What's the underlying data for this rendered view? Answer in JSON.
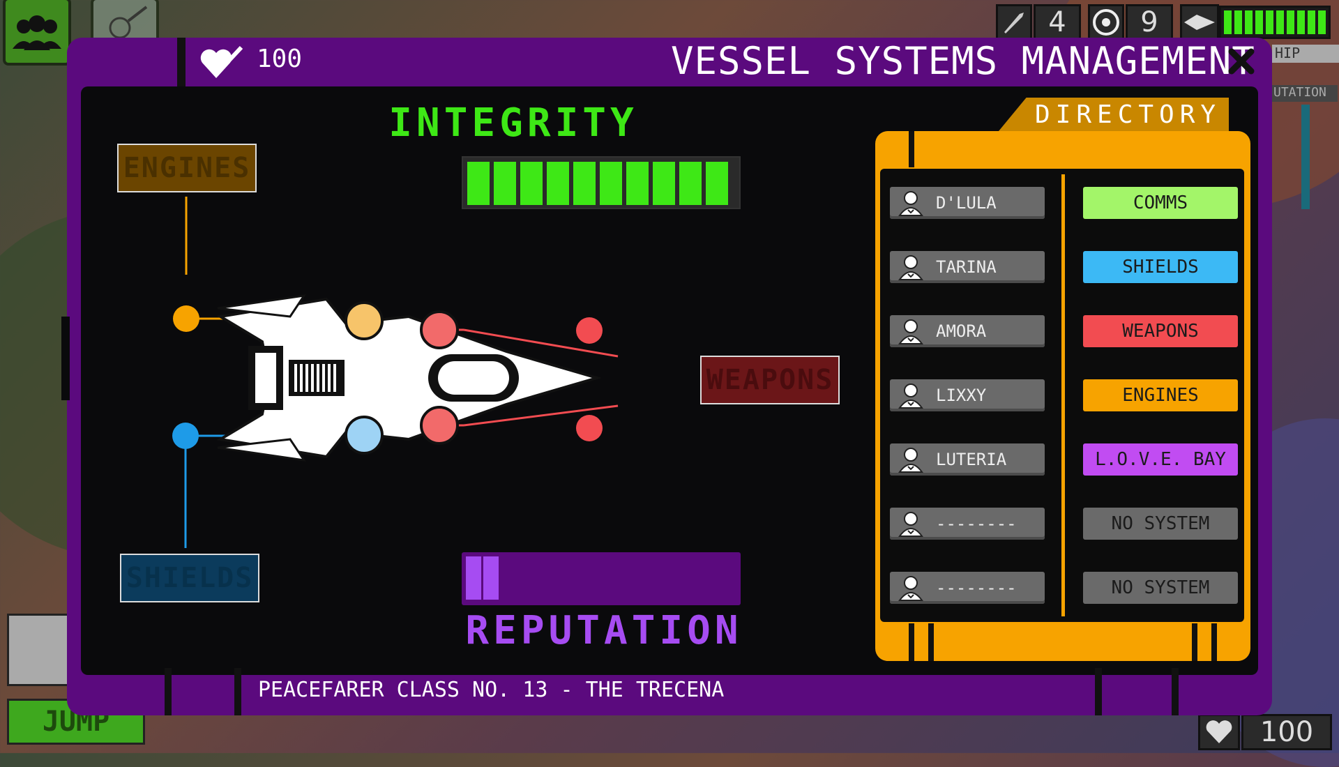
{
  "hud": {
    "missiles": "4",
    "targets": "9",
    "ship_label": "HIP",
    "reputation_label": "UTATION",
    "hearts": "100",
    "jump_label": "JUMP"
  },
  "window": {
    "currency": "100",
    "title": "VESSEL SYSTEMS MANAGEMENT",
    "integrity_label": "INTEGRITY",
    "integrity_level": 1.0,
    "reputation_label": "REPUTATION",
    "reputation_level": 0.22,
    "engines_label": "ENGINES",
    "shields_label": "SHIELDS",
    "weapons_label": "WEAPONS",
    "footer_text": "PEACEFARER CLASS NO. 13 - THE TRECENA"
  },
  "directory": {
    "title": "DIRECTORY",
    "crew": [
      "D'LULA",
      "TARINA",
      "AMORA",
      "LIXXY",
      "LUTERIA",
      "--------",
      "--------"
    ],
    "systems": [
      {
        "label": "COMMS",
        "color": "#a3f569",
        "text": "#1b1b1b"
      },
      {
        "label": "SHIELDS",
        "color": "#3cb9f5",
        "text": "#1b1b1b"
      },
      {
        "label": "WEAPONS",
        "color": "#f24c51",
        "text": "#1b1b1b"
      },
      {
        "label": "ENGINES",
        "color": "#f7a300",
        "text": "#1b1b1b"
      },
      {
        "label": "L.O.V.E. BAY",
        "color": "#c14cf2",
        "text": "#1b1b1b"
      },
      {
        "label": "NO SYSTEM",
        "color": "#6a6a6a",
        "text": "#1b1b1b"
      },
      {
        "label": "NO SYSTEM",
        "color": "#6a6a6a",
        "text": "#1b1b1b"
      }
    ]
  },
  "colors": {
    "engines": "#f7a300",
    "shields": "#1e9be8",
    "weapons": "#f24c51",
    "integrity": "#3ee816",
    "reputation": "#a64cf2",
    "window": "#5b0a7e"
  }
}
